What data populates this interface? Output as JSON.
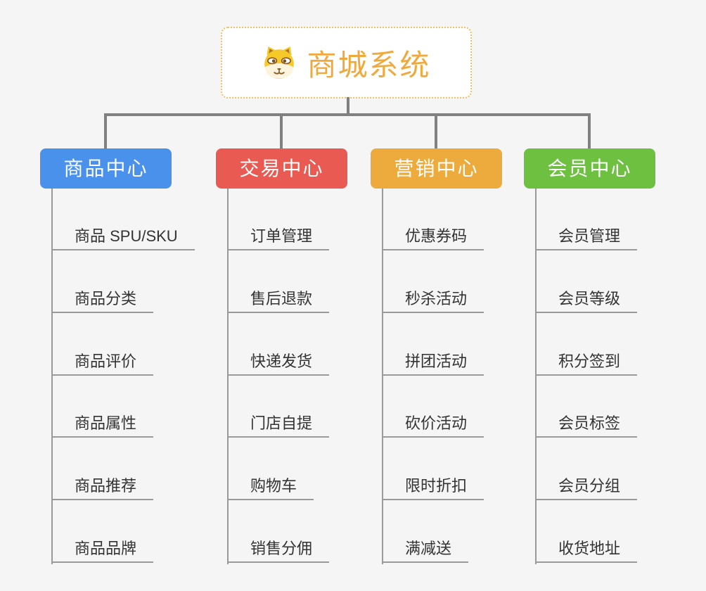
{
  "root": {
    "title": "商城系统",
    "icon": "shiba-dog-icon"
  },
  "colors": {
    "background": "#f5f5f5",
    "root_title": "#f0a93d",
    "root_border": "#f3be62",
    "connector": "#808080",
    "leaf_line": "#9a9a9a",
    "leaf_text": "#333333",
    "branch_product": "#4a91ec",
    "branch_trade": "#e85a52",
    "branch_marketing": "#ecab3c",
    "branch_member": "#6ec041"
  },
  "branches": [
    {
      "label": "商品中心",
      "items": [
        "商品 SPU/SKU",
        "商品分类",
        "商品评价",
        "商品属性",
        "商品推荐",
        "商品品牌"
      ]
    },
    {
      "label": "交易中心",
      "items": [
        "订单管理",
        "售后退款",
        "快递发货",
        "门店自提",
        "购物车",
        "销售分佣"
      ]
    },
    {
      "label": "营销中心",
      "items": [
        "优惠券码",
        "秒杀活动",
        "拼团活动",
        "砍价活动",
        "限时折扣",
        "满减送"
      ]
    },
    {
      "label": "会员中心",
      "items": [
        "会员管理",
        "会员等级",
        "积分签到",
        "会员标签",
        "会员分组",
        "收货地址"
      ]
    }
  ]
}
